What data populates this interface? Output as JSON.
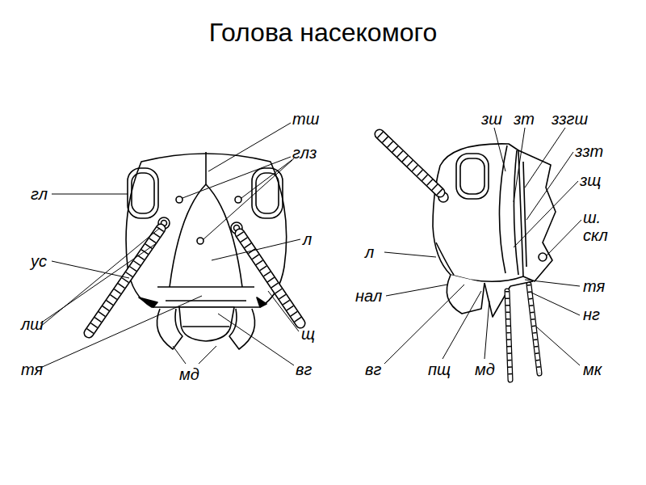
{
  "diagram": {
    "title": "Голова насекомого",
    "labels": [
      "тш",
      "глз",
      "гл",
      "ус",
      "л",
      "лш",
      "щ",
      "тя",
      "мд",
      "вг",
      "зш",
      "зт",
      "ззгш",
      "ззт",
      "зщ",
      "ш. скл",
      "л",
      "нал",
      "тя",
      "нг",
      "вг",
      "пщ",
      "мд",
      "мк"
    ]
  }
}
